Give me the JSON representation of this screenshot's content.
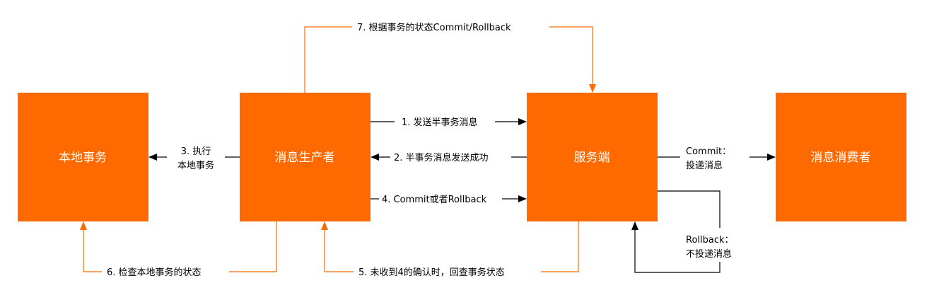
{
  "colors": {
    "box": "#ff6a00",
    "box_text": "#ffffff",
    "feedback_line": "#ff6a00",
    "main_line": "#000000"
  },
  "nodes": {
    "local_transaction": "本地事务",
    "producer": "消息生产者",
    "server": "服务端",
    "consumer": "消息消费者"
  },
  "edges": {
    "step1": "1. 发送半事务消息",
    "step2": "2. 半事务消息发送成功",
    "step3_line1": "3. 执行",
    "step3_line2": "本地事务",
    "step4": "4. Commit或者Rollback",
    "step5": "5. 未收到4的确认时，回查事务状态",
    "step6": "6. 检查本地事务的状态",
    "step7": "7. 根据事务的状态Commit/Rollback",
    "commit_line1": "Commit：",
    "commit_line2": "投递消息",
    "rollback_line1": "Rollback：",
    "rollback_line2": "不投递消息"
  }
}
